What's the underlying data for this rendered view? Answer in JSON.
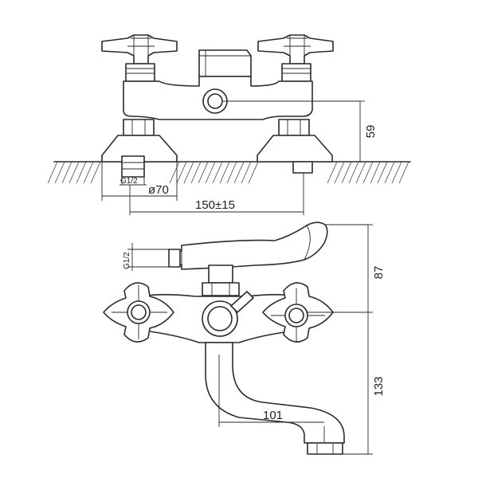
{
  "dimensions": {
    "height_top": "59",
    "diameter": "ø70",
    "connection_top": "G1/2",
    "center_distance": "150±15",
    "connection_side": "G1/2",
    "height_upper": "87",
    "height_lower": "133",
    "spout_reach": "101"
  },
  "colors": {
    "line": "#2a2a2a",
    "background": "#ffffff"
  }
}
